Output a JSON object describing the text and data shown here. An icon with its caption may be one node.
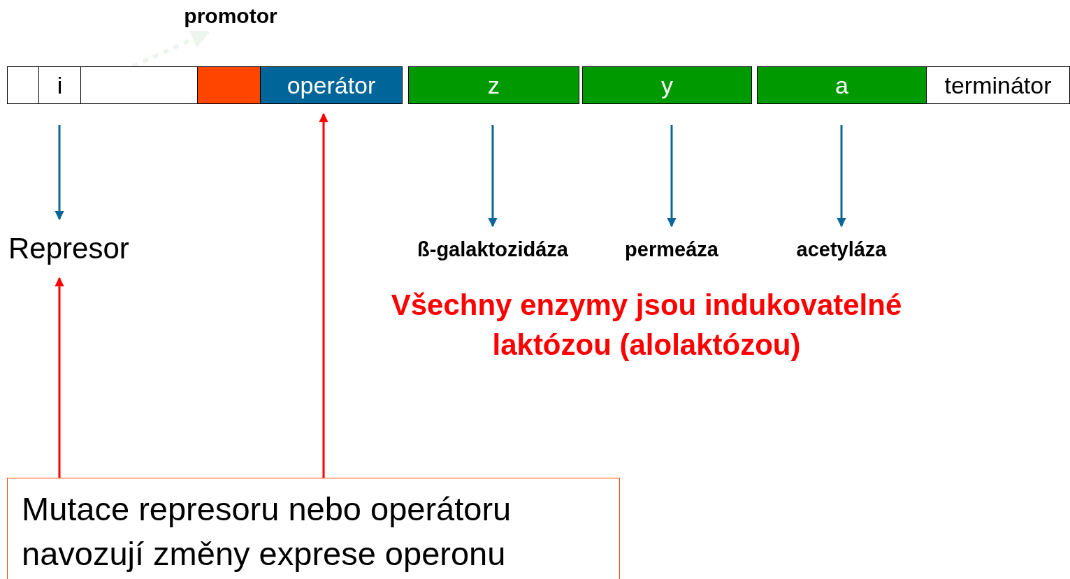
{
  "diagram": {
    "nodes": [
      {
        "text": [],
        "shape": "box"
      },
      {
        "text": [
          "i"
        ]
      },
      {
        "text": [],
        "shape": "box"
      },
      {
        "text": [],
        "shape": "box"
      },
      {
        "text": [
          "operátor"
        ]
      },
      {
        "text": [
          "z"
        ]
      },
      {
        "text": [
          "y"
        ]
      },
      {
        "text": [
          "a"
        ]
      },
      {
        "text": [
          "terminátor"
        ]
      },
      {
        "text": [
          "promotor"
        ]
      },
      {
        "text": [
          "Represor"
        ]
      },
      {
        "text": [
          "ß-galaktozidáza"
        ]
      },
      {
        "text": [
          "permeáza"
        ]
      },
      {
        "text": [
          "acetyláza"
        ]
      },
      {
        "text": [
          "Mutace represoru nebo operátoru navozují změny exprese operonu"
        ]
      }
    ],
    "edges": [
      {
        "from": 1,
        "to": 10,
        "arrow": "to"
      },
      {
        "from": 5,
        "to": 11,
        "arrow": "to"
      },
      {
        "from": 6,
        "to": 12,
        "arrow": "to"
      },
      {
        "from": 7,
        "to": 13,
        "arrow": "to"
      },
      {
        "from": 14,
        "to": 10,
        "arrow": "to",
        "color": "#ff0000"
      },
      {
        "from": 14,
        "to": 4,
        "arrow": "to",
        "color": "#ff0000"
      },
      {
        "from": 2,
        "to": 9,
        "arrow": "to",
        "style": "dashed",
        "color": "#eef5ee"
      }
    ],
    "labels": [
      "Všechny enzymy jsou indukovatelné laktózou (alolaktózou)"
    ]
  }
}
